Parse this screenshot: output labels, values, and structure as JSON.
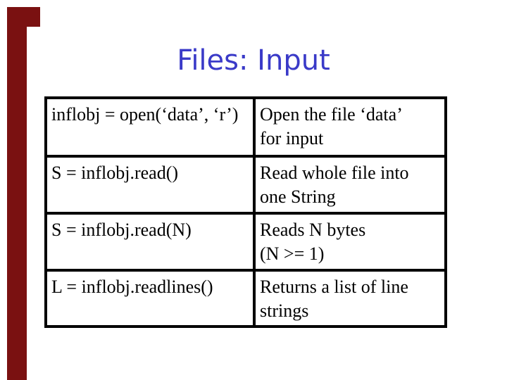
{
  "slide": {
    "title": "Files: Input"
  },
  "theme": {
    "title_color": "#3a3ac8",
    "accent_bar_color": "#7a1111",
    "table_border_color": "#000000",
    "background_color": "#ffffff"
  },
  "table": {
    "rows": [
      {
        "code": "inflobj = open(‘data’, ‘r’)",
        "desc": "Open the file ‘data’\nfor input"
      },
      {
        "code": "S = inflobj.read()",
        "desc": "Read whole file into\none String"
      },
      {
        "code": "S = inflobj.read(N)",
        "desc": "Reads N bytes\n(N >= 1)"
      },
      {
        "code": "L = inflobj.readlines()",
        "desc": "Returns a list of line\nstrings"
      }
    ]
  }
}
